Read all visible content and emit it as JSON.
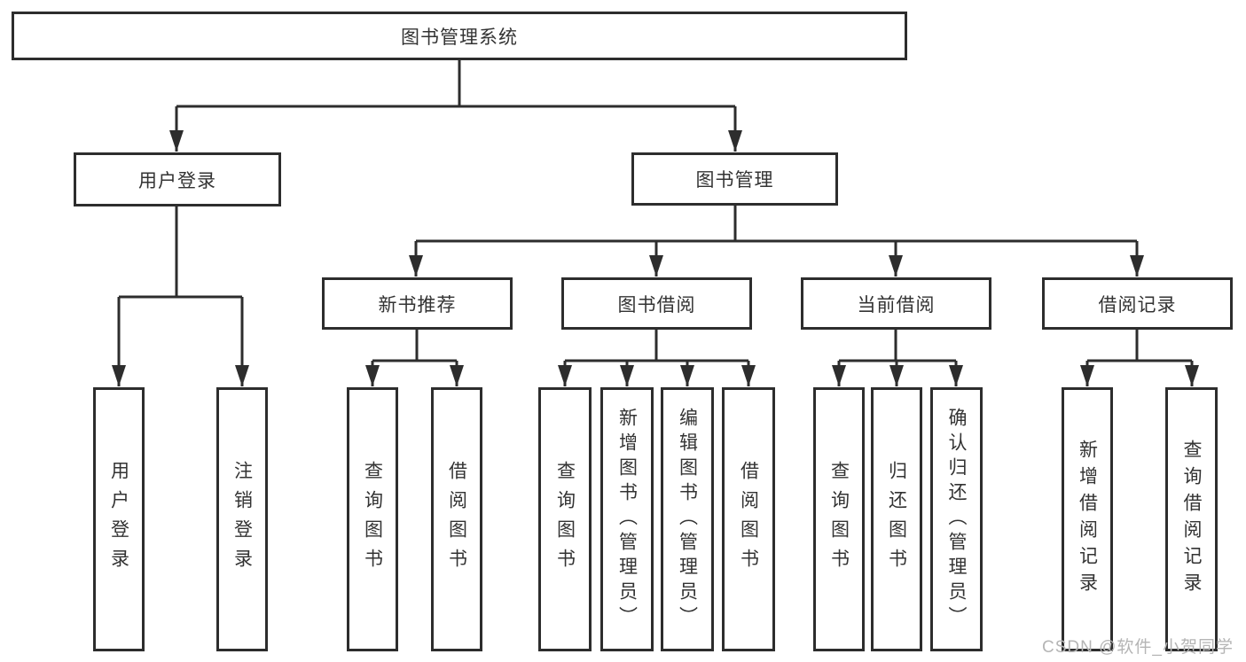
{
  "colors": {
    "line": "#2d2d2d",
    "text": "#333333",
    "box_background": "#ffffff",
    "watermark": "#b5b5b5",
    "background": "#ffffff"
  },
  "root": {
    "label": "图书管理系统"
  },
  "level1": [
    {
      "label": "用户登录"
    },
    {
      "label": "图书管理"
    }
  ],
  "level2": [
    {
      "label": "新书推荐",
      "parent": "图书管理"
    },
    {
      "label": "图书借阅",
      "parent": "图书管理"
    },
    {
      "label": "当前借阅",
      "parent": "图书管理"
    },
    {
      "label": "借阅记录",
      "parent": "图书管理"
    }
  ],
  "level3": [
    {
      "label": "用户登录",
      "parent": "用户登录"
    },
    {
      "label": "注销登录",
      "parent": "用户登录"
    },
    {
      "label": "查询图书",
      "parent": "新书推荐"
    },
    {
      "label": "借阅图书",
      "parent": "新书推荐"
    },
    {
      "label": "查询图书",
      "parent": "图书借阅"
    },
    {
      "label": "新增图书（管理员）",
      "parent": "图书借阅"
    },
    {
      "label": "编辑图书（管理员）",
      "parent": "图书借阅"
    },
    {
      "label": "借阅图书",
      "parent": "图书借阅"
    },
    {
      "label": "查询图书",
      "parent": "当前借阅"
    },
    {
      "label": "归还图书",
      "parent": "当前借阅"
    },
    {
      "label": "确认归还（管理员）",
      "parent": "当前借阅"
    },
    {
      "label": "新增借阅记录",
      "parent": "借阅记录"
    },
    {
      "label": "查询借阅记录",
      "parent": "借阅记录"
    }
  ],
  "watermark": {
    "text": "CSDN @软件_小贺同学"
  }
}
